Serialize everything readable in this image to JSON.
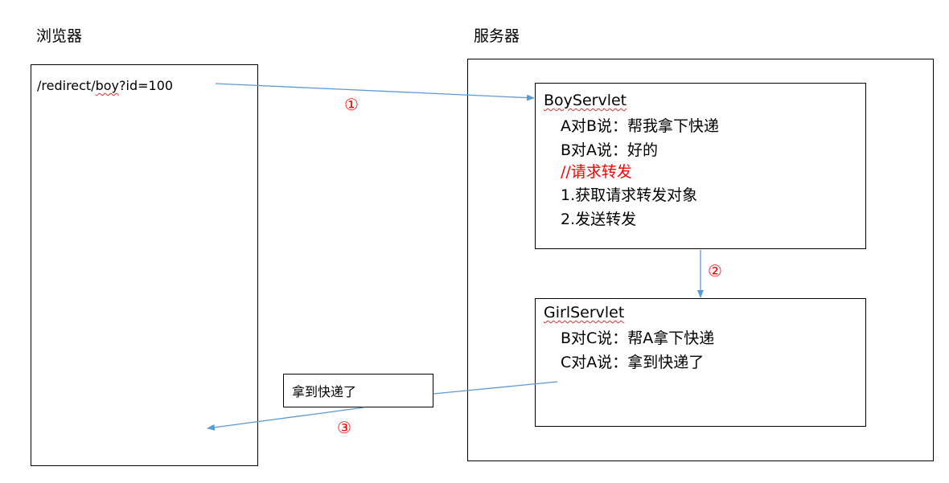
{
  "browser": {
    "title": "浏览器",
    "url_prefix": "/redirect/",
    "url_underlined": "boy",
    "url_suffix": "?id=100"
  },
  "server": {
    "title": "服务器",
    "boy_servlet": {
      "title": "BoyServlet",
      "lines": [
        "A对B说：帮我拿下快递",
        "B对A说：好的"
      ],
      "comment": "//请求转发",
      "steps": [
        "1.获取请求转发对象",
        "2.发送转发"
      ]
    },
    "girl_servlet": {
      "title": "GirlServlet",
      "lines": [
        "B对C说：帮A拿下快递",
        "C对A说：拿到快递了"
      ]
    }
  },
  "response_box": {
    "text": "拿到快递了"
  },
  "steps": {
    "one": "①",
    "two": "②",
    "three": "③"
  },
  "colors": {
    "arrow": "#5b9bd5",
    "step": "#ff0000",
    "comment": "#ff0000",
    "border": "#000000"
  }
}
